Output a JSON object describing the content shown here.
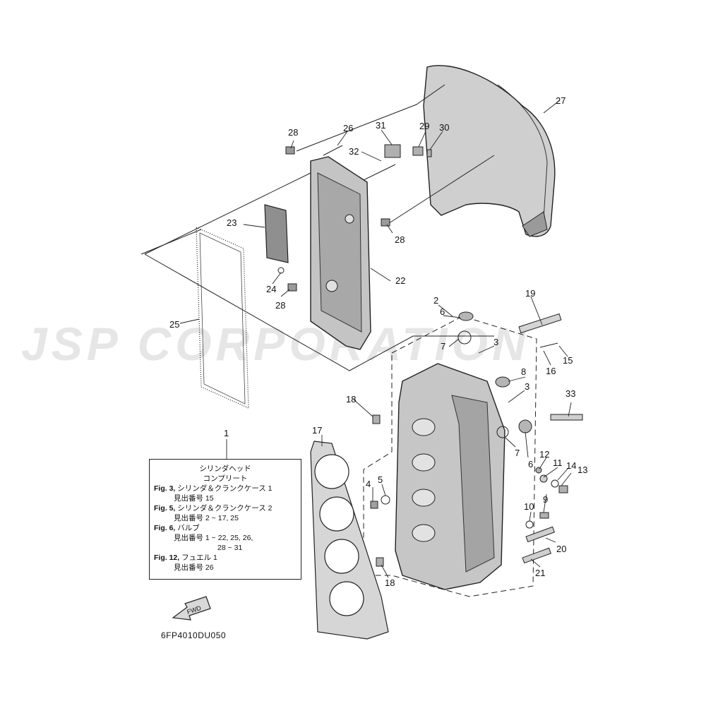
{
  "watermark": "JSP CORPORATION",
  "diagram_code": "6FP4010DU050",
  "fwd_label": "FWD",
  "legend": {
    "number": "1",
    "title_line1": "シリンダヘッド",
    "title_line2": "コンプリート",
    "entries": [
      {
        "ref": "Fig. 3,",
        "text": "シリンダ＆クランクケース 1",
        "sub": "見出番号 15"
      },
      {
        "ref": "Fig. 5,",
        "text": "シリンダ＆クランクケース 2",
        "sub": "見出番号 2 ~ 17, 25"
      },
      {
        "ref": "Fig. 6,",
        "text": "バルブ",
        "sub": "見出番号 1 ~ 22, 25, 26,",
        "sub2": "28 ~ 31"
      },
      {
        "ref": "Fig. 12,",
        "text": "フュエル 1",
        "sub": "見出番号 26"
      }
    ]
  },
  "part_numbers": [
    "2",
    "3",
    "3",
    "4",
    "5",
    "6",
    "6",
    "7",
    "7",
    "8",
    "9",
    "10",
    "11",
    "12",
    "13",
    "14",
    "15",
    "16",
    "17",
    "18",
    "18",
    "19",
    "20",
    "21",
    "22",
    "23",
    "24",
    "25",
    "26",
    "27",
    "28",
    "28",
    "28",
    "29",
    "30",
    "31",
    "32",
    "33"
  ],
  "colors": {
    "line": "#1a1a1a",
    "part_fill": "#c9c9c9",
    "part_dark": "#8a8a8a",
    "watermark": "#e6e6e6"
  }
}
